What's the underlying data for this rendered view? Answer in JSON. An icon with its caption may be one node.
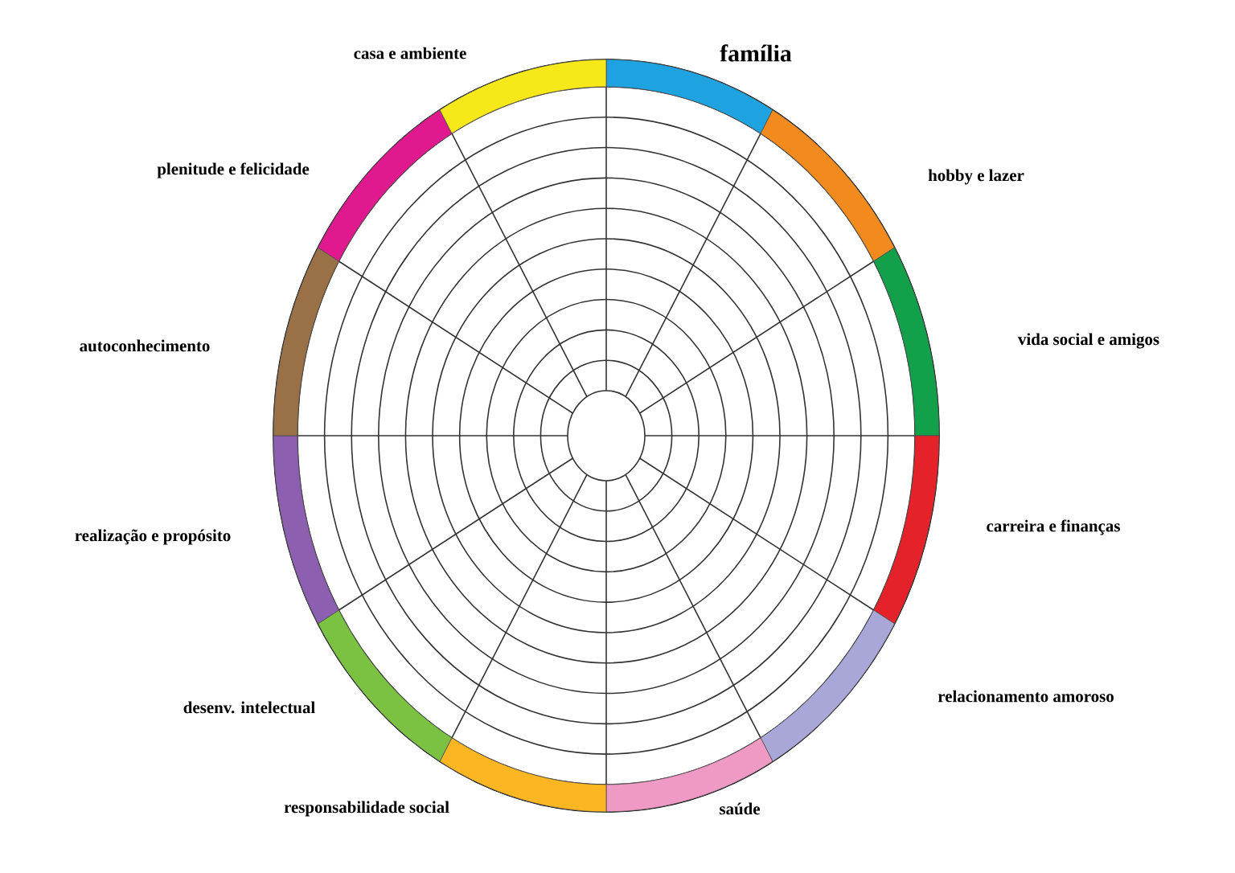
{
  "diagram": {
    "nodes": [
      {
        "text": [
          "família"
        ]
      },
      {
        "text": [
          "hobby e lazer"
        ]
      },
      {
        "text": [
          "vida social e amigos"
        ]
      },
      {
        "text": [
          "carreira e finanças"
        ]
      },
      {
        "text": [
          "relacionamento amoroso"
        ]
      },
      {
        "text": [
          "saúde"
        ]
      },
      {
        "text": [
          "responsabilidade social"
        ]
      },
      {
        "text": [
          "desenv. intelectual"
        ]
      },
      {
        "text": [
          "realização e propósito"
        ]
      },
      {
        "text": [
          "autoconhecimento"
        ]
      },
      {
        "text": [
          "plenitude e felicidade"
        ]
      },
      {
        "text": [
          "casa e ambiente"
        ]
      }
    ]
  }
}
